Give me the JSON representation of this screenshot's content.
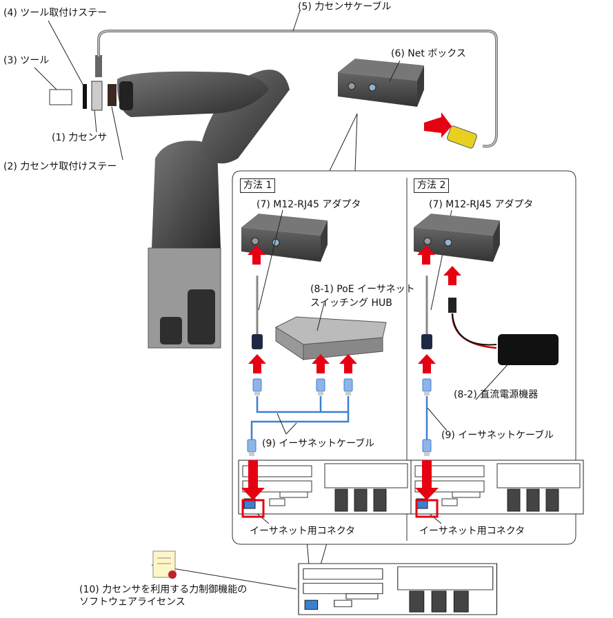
{
  "labels": {
    "tool_stay": "(4) ツール取付けステー",
    "tool": "(3) ツール",
    "force_sensor": "(1) 力センサ",
    "sensor_stay": "(2) 力センサ取付けステー",
    "sensor_cable": "(5) 力センサケーブル",
    "net_box": "(6) Net ボックス",
    "method1": "方法 1",
    "method2": "方法 2",
    "adapter1": "(7) M12-RJ45 アダプタ",
    "adapter2": "(7) M12-RJ45 アダプタ",
    "hub_line1": "(8-1) PoE イーサネット",
    "hub_line2": "スイッチング HUB",
    "dc_power": "(8-2) 直流電源機器",
    "ethernet_cable1": "(9) イーサネットケーブル",
    "ethernet_cable2": "(9) イーサネットケーブル",
    "connector1": "イーサネット用コネクタ",
    "connector2": "イーサネット用コネクタ",
    "license_line1": "(10) 力センサを利用する力制御機能の",
    "license_line2": "ソフトウェアライセンス"
  },
  "colors": {
    "arrow": "#e60012",
    "cable_blue": "#3b7fd0",
    "robot": "#555555"
  }
}
